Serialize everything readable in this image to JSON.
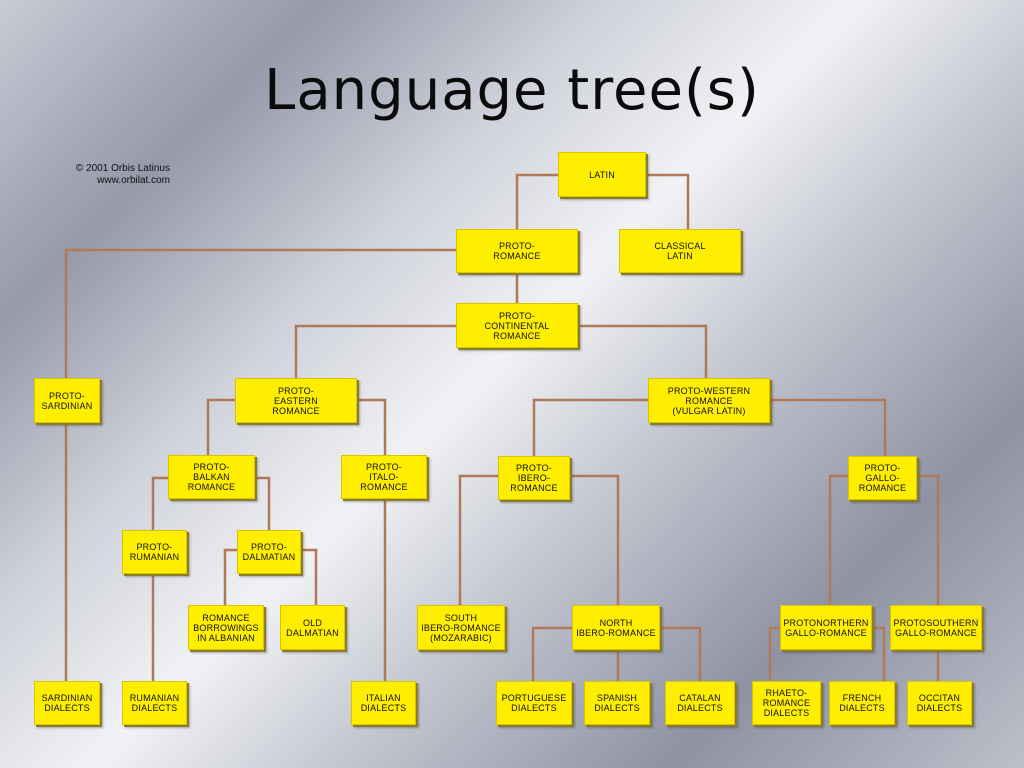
{
  "slide": {
    "title": "Language tree(s)",
    "credit_line1": "© 2001  Orbis Latinus",
    "credit_line2": "www.orbilat.com"
  },
  "colors": {
    "box": "#ffee00",
    "connector": "#b07a5a"
  },
  "nodes": {
    "latin": "LATIN",
    "proto_romance": "PROTO-\nROMANCE",
    "classical_latin": "CLASSICAL\nLATIN",
    "proto_continental": "PROTO-\nCONTINENTAL\nROMANCE",
    "proto_sardinian": "PROTO-\nSARDINIAN",
    "proto_eastern": "PROTO-\nEASTERN\nROMANCE",
    "proto_western": "PROTO-WESTERN\nROMANCE\n(VULGAR LATIN)",
    "proto_balkan": "PROTO-\nBALKAN\nROMANCE",
    "proto_italo": "PROTO-\nITALO-\nROMANCE",
    "proto_ibero": "PROTO-\nIBERO-\nROMANCE",
    "proto_gallo": "PROTO-\nGALLO-\nROMANCE",
    "proto_rumanian": "PROTO-\nRUMANIAN",
    "proto_dalmatian": "PROTO-\nDALMATIAN",
    "romance_borrowings": "ROMANCE\nBORROWINGS\nIN ALBANIAN",
    "old_dalmatian": "OLD\nDALMATIAN",
    "south_ibero": "SOUTH\nIBERO-ROMANCE\n(MOZARABIC)",
    "north_ibero": "NORTH\nIBERO-ROMANCE",
    "protonorthern_gallo": "PROTONORTHERN\nGALLO-ROMANCE",
    "protosouthern_gallo": "PROTOSOUTHERN\nGALLO-ROMANCE",
    "sardinian_dialects": "SARDINIAN\nDIALECTS",
    "rumanian_dialects": "RUMANIAN\nDIALECTS",
    "italian_dialects": "ITALIAN\nDIALECTS",
    "portuguese_dialects": "PORTUGUESE\nDIALECTS",
    "spanish_dialects": "SPANISH\nDIALECTS",
    "catalan_dialects": "CATALAN\nDIALECTS",
    "rhaeto_dialects": "RHAETO-\nROMANCE\nDIALECTS",
    "french_dialects": "FRENCH\nDIALECTS",
    "occitan_dialects": "OCCITAN\nDIALECTS"
  }
}
